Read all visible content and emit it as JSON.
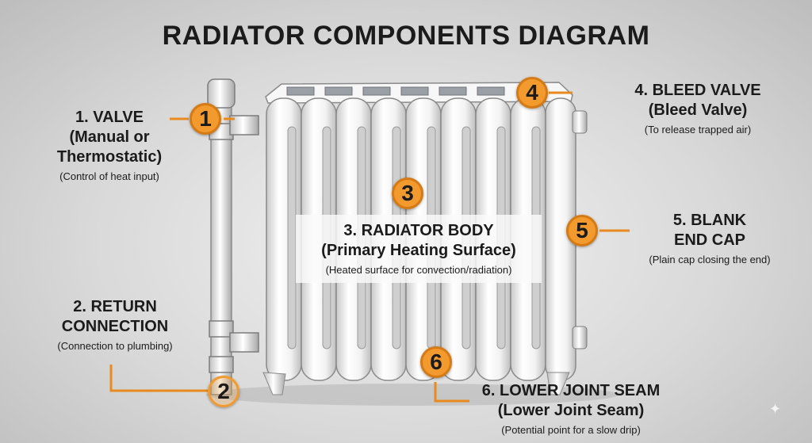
{
  "title": "RADIATOR COMPONENTS DIAGRAM",
  "components": [
    {
      "number": "1",
      "name_line1": "1. VALVE",
      "name_line2": "(Manual or",
      "name_line3": "Thermostatic)",
      "desc": "(Control of heat input)"
    },
    {
      "number": "2",
      "name_line1": "2. RETURN",
      "name_line2": "CONNECTION",
      "desc": "(Connection to plumbing)"
    },
    {
      "number": "3",
      "name_line1": "3. RADIATOR BODY",
      "name_line2": "(Primary Heating Surface)",
      "desc": "(Heated surface for convection/radiation)"
    },
    {
      "number": "4",
      "name_line1": "4. BLEED VALVE",
      "name_line2": "(Bleed Valve)",
      "desc": "(To release trapped air)"
    },
    {
      "number": "5",
      "name_line1": "5. BLANK",
      "name_line2": "END CAP",
      "desc": "(Plain cap closing the end)"
    },
    {
      "number": "6",
      "name_line1": "6. LOWER JOINT SEAM",
      "name_line2": "(Lower Joint Seam)",
      "desc": "(Potential point for a slow drip)"
    }
  ],
  "colors": {
    "marker": "#f29a2e",
    "leader": "#e88a1e",
    "background": "#d9d9d9"
  },
  "icons": [
    "sparkle-icon"
  ]
}
